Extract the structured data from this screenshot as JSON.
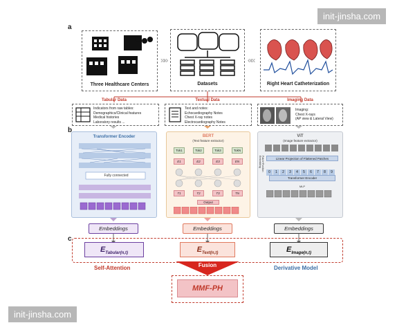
{
  "panels": {
    "a": "a",
    "b": "b",
    "c": "c"
  },
  "top": {
    "healthcare_caption": "Three Healthcare Centers",
    "datasets_caption": "Datasets",
    "cath_caption": "Right Heart Catheterization"
  },
  "sections": {
    "tabular": "Tabular Data",
    "textual": "Textual Data",
    "imaging": "Imaging Data"
  },
  "tabular_lines": [
    "Indicators from raw tables:",
    "Demographics/Clinical features",
    "Medical histories",
    "Laboratory results ..."
  ],
  "textual_lines": [
    "Text and notes:",
    "Echocardiography Notes",
    "Chest X-ray notes",
    "Electrocardiography Notes"
  ],
  "imaging_lines": [
    "Imaging:",
    "Chest X-rays",
    "(AP view & Lateral View)"
  ],
  "encoders": {
    "transformer_title": "Transformer Encoder",
    "fully_connected": "Fully connected",
    "bert_title": "BERT",
    "bert_sub": "(Text feature extractor)",
    "tokens": [
      "Tok1",
      "Tok2",
      "Tok3",
      "TokN"
    ],
    "e_tokens": [
      "E1",
      "E2",
      "E3",
      "EN"
    ],
    "t_tokens": [
      "T1",
      "T2",
      "T3",
      "TN"
    ],
    "output": "Output",
    "vit_title": "ViT",
    "vit_sub": "(Image feature extractor)",
    "linear_projection": "Linear Projection of Flattened Patches",
    "patch_embedding": "Patch+Position Embedding",
    "vit_encoder": "Transformer Encoder",
    "mlp": "MLP",
    "patch_numbers": [
      "0",
      "1",
      "2",
      "3",
      "4",
      "5",
      "6",
      "7",
      "8",
      "9"
    ]
  },
  "embeddings": {
    "tabular": "Embeddings",
    "text": "Embeddings",
    "image": "Embeddings"
  },
  "fusion_inputs": {
    "tabular_main": "E",
    "tabular_sub": "Tabular(n,t)",
    "text_main": "E",
    "text_sub": "Text(n,t)",
    "image_main": "E",
    "image_sub": "Image(n,t)"
  },
  "self_attention": "Self-Attention",
  "derivative_model": "Derivative Model",
  "fusion": "Fusion",
  "model": "MMF-PH",
  "watermarks": [
    "init-jinsha.com",
    "init-jinsha.com"
  ],
  "colors": {
    "tabular": "#6b3fa0",
    "text": "#e07a5f",
    "image": "#333333",
    "red": "#c0392b",
    "navy": "#3b6ea5"
  }
}
